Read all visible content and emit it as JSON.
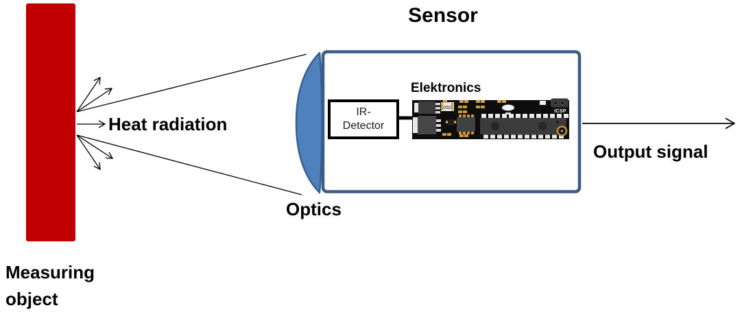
{
  "diagram": {
    "title": "Sensor",
    "measuring_object": {
      "label": "Measuring object"
    },
    "heat_radiation": {
      "label": "Heat radiation"
    },
    "optics": {
      "label": "Optics"
    },
    "sensor": {
      "elektronics_label": "Elektronics",
      "ir_detector": {
        "line1": "IR-",
        "line2": "Detector"
      },
      "pcb": {
        "icsp_label": "ICSP",
        "resistor_marking": "050"
      }
    },
    "output_signal": {
      "label": "Output signal"
    },
    "colors": {
      "measuring_object": "#c00000",
      "lens_fill": "#4f81bd",
      "lens_stroke": "#355e91",
      "sensor_box_border": "#3a5b85",
      "arrow": "#000000",
      "pcb_board": "#0d0d0d",
      "pcb_pad": "#d09a36"
    }
  }
}
